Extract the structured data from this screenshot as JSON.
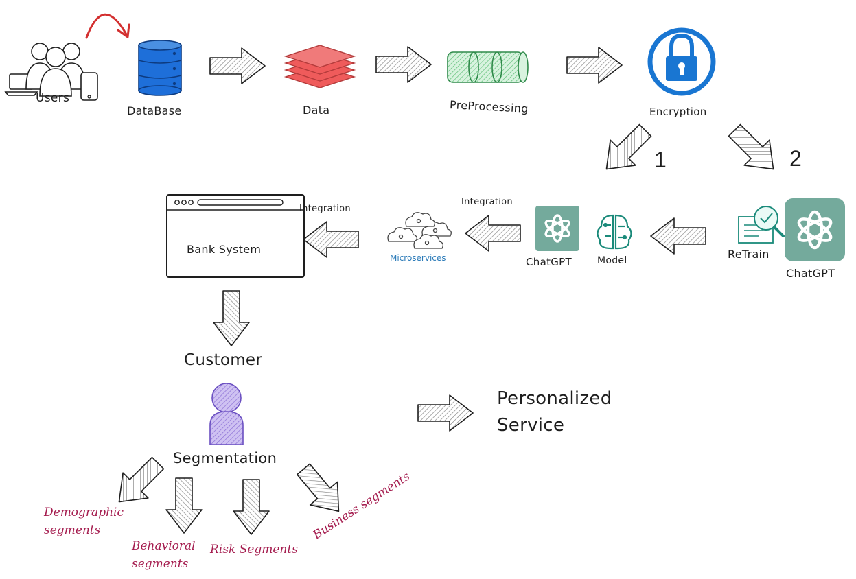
{
  "nodes": {
    "users": "Users",
    "database": "DataBase",
    "data": "Data",
    "preprocessing": "PreProcessing",
    "encryption": "Encryption",
    "path_1": "1",
    "path_2": "2",
    "retrain": "ReTrain",
    "chatgpt_retrain": "ChatGPT",
    "chatgpt": "ChatGPT",
    "model": "Model",
    "integration_1": "Integration",
    "microservices": "Microservices",
    "integration_2": "Integration",
    "bank_system": "Bank System",
    "customer": "Customer",
    "segmentation": "Segmentation",
    "personalized_line1": "Personalized",
    "personalized_line2": "Service"
  },
  "segments": {
    "demographic_line1": "Demographic",
    "demographic_line2": "segments",
    "behavioral_line1": "Behavioral",
    "behavioral_line2": "segments",
    "risk": "Risk Segments",
    "business": "Business segments"
  },
  "colors": {
    "database": "#1e6fd9",
    "data": "#ef5b5b",
    "preprocessing": "#5fbf77",
    "encryption": "#1976d2",
    "chatgpt": "#74aa9c",
    "model": "#1a8a7a",
    "microservices_text": "#2a7ab8",
    "user_person": "#8b6fd6",
    "segment_text": "#a51d4f",
    "arrow_red": "#d32f2f"
  }
}
